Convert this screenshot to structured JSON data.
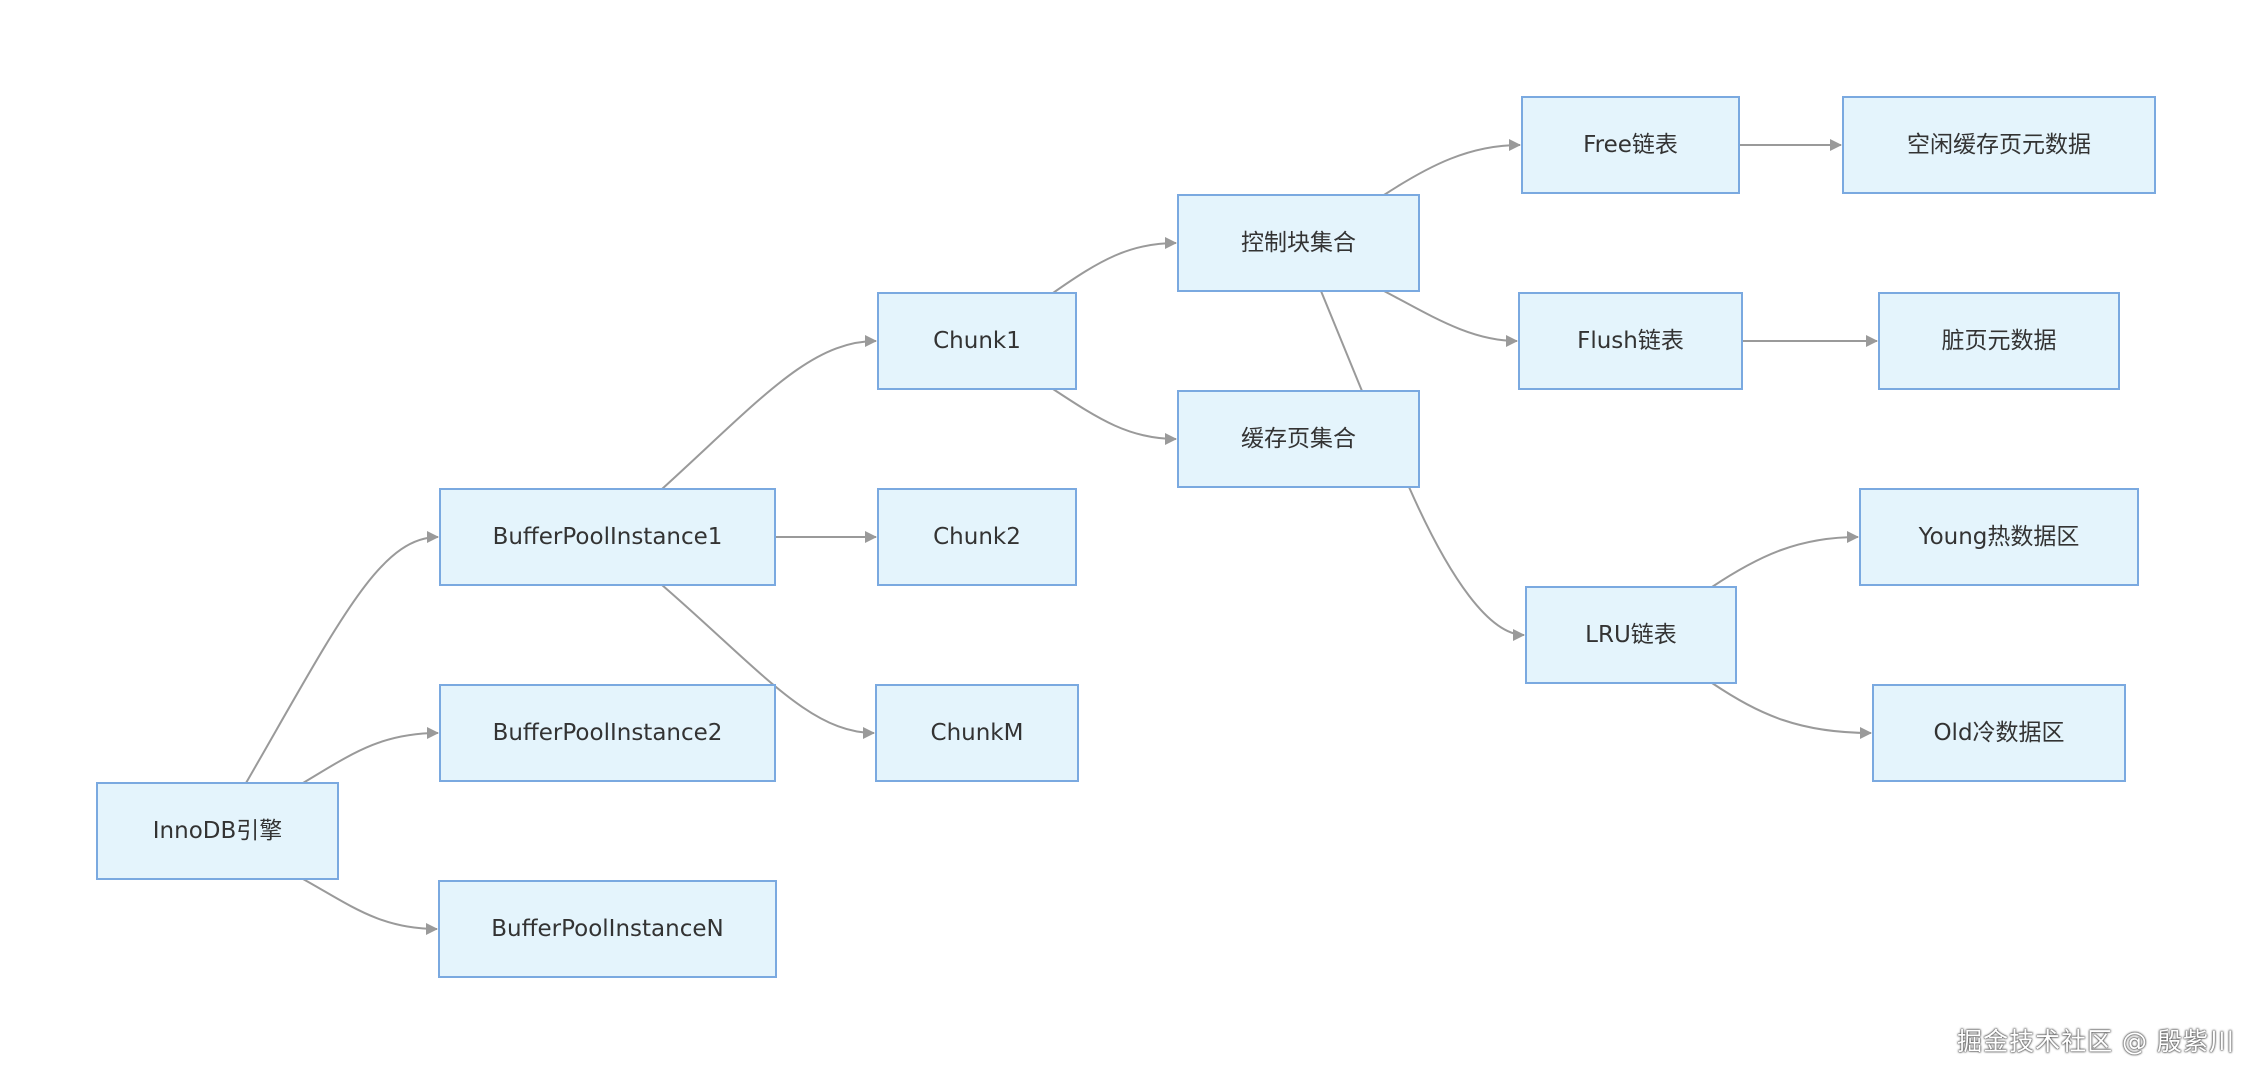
{
  "diagram": {
    "nodes": [
      {
        "id": "innodb",
        "label": "InnoDB引擎"
      },
      {
        "id": "bpi1",
        "label": "BufferPoolInstance1"
      },
      {
        "id": "bpi2",
        "label": "BufferPoolInstance2"
      },
      {
        "id": "bpin",
        "label": "BufferPoolInstanceN"
      },
      {
        "id": "chunk1",
        "label": "Chunk1"
      },
      {
        "id": "chunk2",
        "label": "Chunk2"
      },
      {
        "id": "chunkm",
        "label": "ChunkM"
      },
      {
        "id": "ctrl",
        "label": "控制块集合"
      },
      {
        "id": "cache",
        "label": "缓存页集合"
      },
      {
        "id": "free",
        "label": "Free链表"
      },
      {
        "id": "flush",
        "label": "Flush链表"
      },
      {
        "id": "lru",
        "label": "LRU链表"
      },
      {
        "id": "freedata",
        "label": "空闲缓存页元数据"
      },
      {
        "id": "dirty",
        "label": "脏页元数据"
      },
      {
        "id": "young",
        "label": "Young热数据区"
      },
      {
        "id": "old",
        "label": "Old冷数据区"
      }
    ],
    "edges": [
      {
        "from": "innodb",
        "to": "bpi1",
        "arrow": true
      },
      {
        "from": "innodb",
        "to": "bpi2",
        "arrow": true
      },
      {
        "from": "innodb",
        "to": "bpin",
        "arrow": true
      },
      {
        "from": "bpi1",
        "to": "chunk1",
        "arrow": true
      },
      {
        "from": "bpi1",
        "to": "chunk2",
        "arrow": true
      },
      {
        "from": "bpi1",
        "to": "chunkm",
        "arrow": true
      },
      {
        "from": "chunk1",
        "to": "ctrl",
        "arrow": true
      },
      {
        "from": "chunk1",
        "to": "cache",
        "arrow": true
      },
      {
        "from": "ctrl",
        "to": "free",
        "arrow": true
      },
      {
        "from": "ctrl",
        "to": "flush",
        "arrow": true
      },
      {
        "from": "ctrl",
        "to": "cache",
        "arrow": false
      },
      {
        "from": "cache",
        "to": "lru",
        "arrow": true
      },
      {
        "from": "free",
        "to": "freedata",
        "arrow": true
      },
      {
        "from": "flush",
        "to": "dirty",
        "arrow": true
      },
      {
        "from": "lru",
        "to": "young",
        "arrow": true
      },
      {
        "from": "lru",
        "to": "old",
        "arrow": true
      }
    ]
  },
  "watermark": "掘金技术社区 @ 殷紫川",
  "colors": {
    "node_fill": "#e4f4fc",
    "node_stroke": "#7aa9e0",
    "edge": "#9a9a9a",
    "text": "#333333"
  }
}
